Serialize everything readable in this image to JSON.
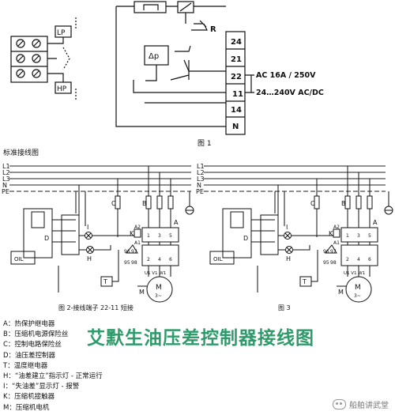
{
  "fig1": {
    "caption": "图 1",
    "lp": "LP",
    "hp": "HP",
    "dp": "Δp",
    "r": "R",
    "terminals": [
      "24",
      "21",
      "22",
      "11",
      "14",
      "N"
    ],
    "rating_ac": "AC 16A / 250V",
    "rating_dc": "24…240V AC/DC"
  },
  "wiring": {
    "heading": "标准接线图",
    "lines": [
      "L1",
      "L2",
      "L3",
      "N",
      "PE"
    ]
  },
  "fig2": {
    "caption": "图 2-接线端子 22-11 短接",
    "labels": {
      "c": "C",
      "b": "B",
      "a": "A",
      "d": "D",
      "k": "K",
      "i": "I",
      "h": "H",
      "t": "T",
      "m": "M",
      "oil": "OIL",
      "a1": "A1",
      "a2": "A2",
      "motor": "M",
      "motor_sub": "3~"
    },
    "contacts": [
      "96",
      "97",
      "95",
      "98"
    ],
    "terms_top": [
      "1",
      "3",
      "5"
    ],
    "terms_bot": [
      "2",
      "4",
      "6"
    ],
    "motor_terms": "U1 V1 W1"
  },
  "fig3": {
    "caption": "图 3",
    "labels": {
      "c": "C",
      "b": "B",
      "a": "A",
      "d": "D",
      "k": "K",
      "i": "I",
      "h": "H",
      "t": "T",
      "m": "M",
      "oil": "OIL",
      "a1": "A1",
      "a2": "A2",
      "motor": "M",
      "motor_sub": "3~"
    },
    "contacts": [
      "96",
      "97",
      "95",
      "98"
    ],
    "terms_top": [
      "1",
      "3",
      "5"
    ],
    "terms_bot": [
      "2",
      "4",
      "6"
    ],
    "motor_terms": "U1 V1 W1"
  },
  "main_title": "艾默生油压差控制器接线图",
  "legend": [
    "A：热保护继电器",
    "B：压缩机电源保险丝",
    "C：控制电路保险丝",
    "D：油压差控制器",
    "T：温度继电器",
    "H：“油差建立”指示灯 - 正常运行",
    "I：“失油差”显示灯 - 报警",
    "K：压缩机接触器",
    "M：压缩机电机"
  ],
  "brand": "船舶讲武堂"
}
